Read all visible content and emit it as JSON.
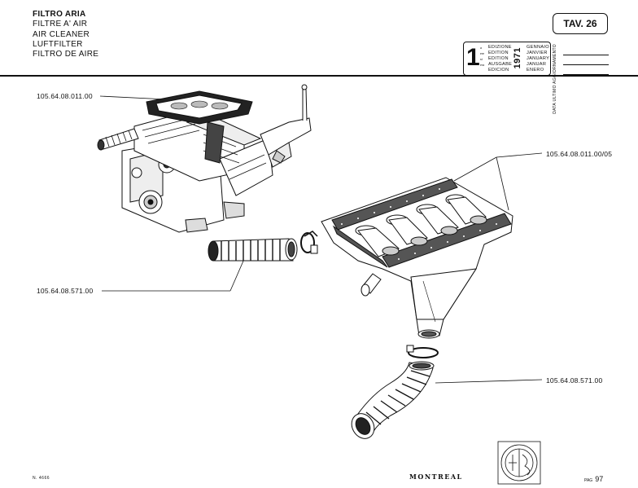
{
  "title": {
    "lines": [
      "FILTRO ARIA",
      "FILTRE A' AIR",
      "AIR CLEANER",
      "LUFTFILTER",
      "FILTRO DE AIRE"
    ]
  },
  "table_label": "TAV. 26",
  "edition": {
    "number": "1",
    "small_labels": [
      "a",
      "ere",
      "st",
      "",
      "era"
    ],
    "words": [
      "EDIZIONE",
      "EDITION",
      "EDITION",
      "AUSGABE",
      "EDICION"
    ],
    "year": "1971",
    "months": [
      "GENNAIO",
      "JANVIER",
      "JANUARY",
      "JANUAR",
      "ENERO"
    ]
  },
  "update_label": "DATA ULTIMO AGGIORNAMENTO",
  "parts": {
    "engine_filter": "105.64.08.011.00",
    "filter_assembly": "105.64.08.011.00/05",
    "hose_upper": "105.64.08.571.00",
    "hose_lower": "105.64.08.571.00"
  },
  "footer": {
    "doc_number": "N. 4666",
    "brand": "MONTREAL",
    "page_label": "PAG",
    "page_number": "97"
  },
  "icons": {
    "logo": "alfa-romeo-badge-icon"
  }
}
